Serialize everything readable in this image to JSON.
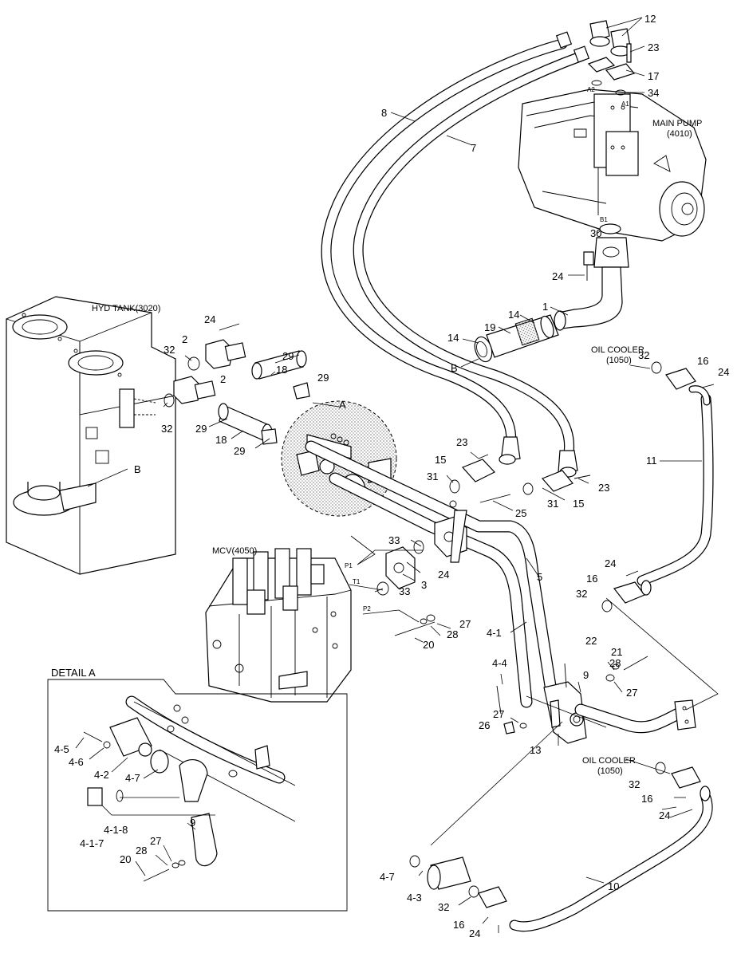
{
  "components": {
    "main_pump": [
      "MAIN PUMP",
      "(4010)"
    ],
    "hyd_tank": "HYD TANK(3020)",
    "mcv": "MCV(4050)",
    "oil_cooler_top": [
      "OIL COOLER",
      "(1050)"
    ],
    "oil_cooler_bottom": [
      "OIL COOLER",
      "(1050)"
    ],
    "detail_title": "DETAIL A"
  },
  "port_marks": {
    "a1": "A1",
    "a2": "A2",
    "b1": "B1",
    "p1": "P1",
    "t1": "T1",
    "p2": "P2",
    "view_a": "A",
    "conn_b_pump": "B",
    "conn_b_tank": "B"
  },
  "callouts": {
    "c12": "12",
    "c23a": "23",
    "c17": "17",
    "c34": "34",
    "c8": "8",
    "c7": "7",
    "c30": "30",
    "c24a": "24",
    "c1": "1",
    "c14a": "14",
    "c14b": "14",
    "c19": "19",
    "c32a": "32",
    "c16a": "16",
    "c24b": "24",
    "c11": "11",
    "c24c": "24",
    "c2a": "2",
    "c2b": "2",
    "c32b": "32",
    "c32c": "32",
    "c29a": "29",
    "c18a": "18",
    "c29b": "29",
    "c29c": "29",
    "c18b": "18",
    "c29d": "29",
    "c23b": "23",
    "c15a": "15",
    "c31a": "31",
    "c31b": "31",
    "c15b": "15",
    "c23c": "23",
    "c25": "25",
    "c33a": "33",
    "c24d": "24",
    "c3": "3",
    "c33b": "33",
    "c5": "5",
    "c24e": "24",
    "c16b": "16",
    "c32d": "32",
    "c27a": "27",
    "c28a": "28",
    "c20a": "20",
    "c41": "4-1",
    "c22": "22",
    "c21": "21",
    "c28b": "28",
    "c9a": "9",
    "c27b": "27",
    "c44": "4-4",
    "c27c": "27",
    "c26": "26",
    "c13": "13",
    "c32e": "32",
    "c16c": "16",
    "c24f": "24",
    "c10": "10",
    "c47a": "4-7",
    "c43": "4-3",
    "c32f": "32",
    "c16d": "16",
    "c24g": "24",
    "d45": "4-5",
    "d46": "4-6",
    "d42": "4-2",
    "d47": "4-7",
    "d417": "4-1-7",
    "d418": "4-1-8",
    "d9": "9",
    "d27": "27",
    "d28": "28",
    "d20": "20"
  }
}
